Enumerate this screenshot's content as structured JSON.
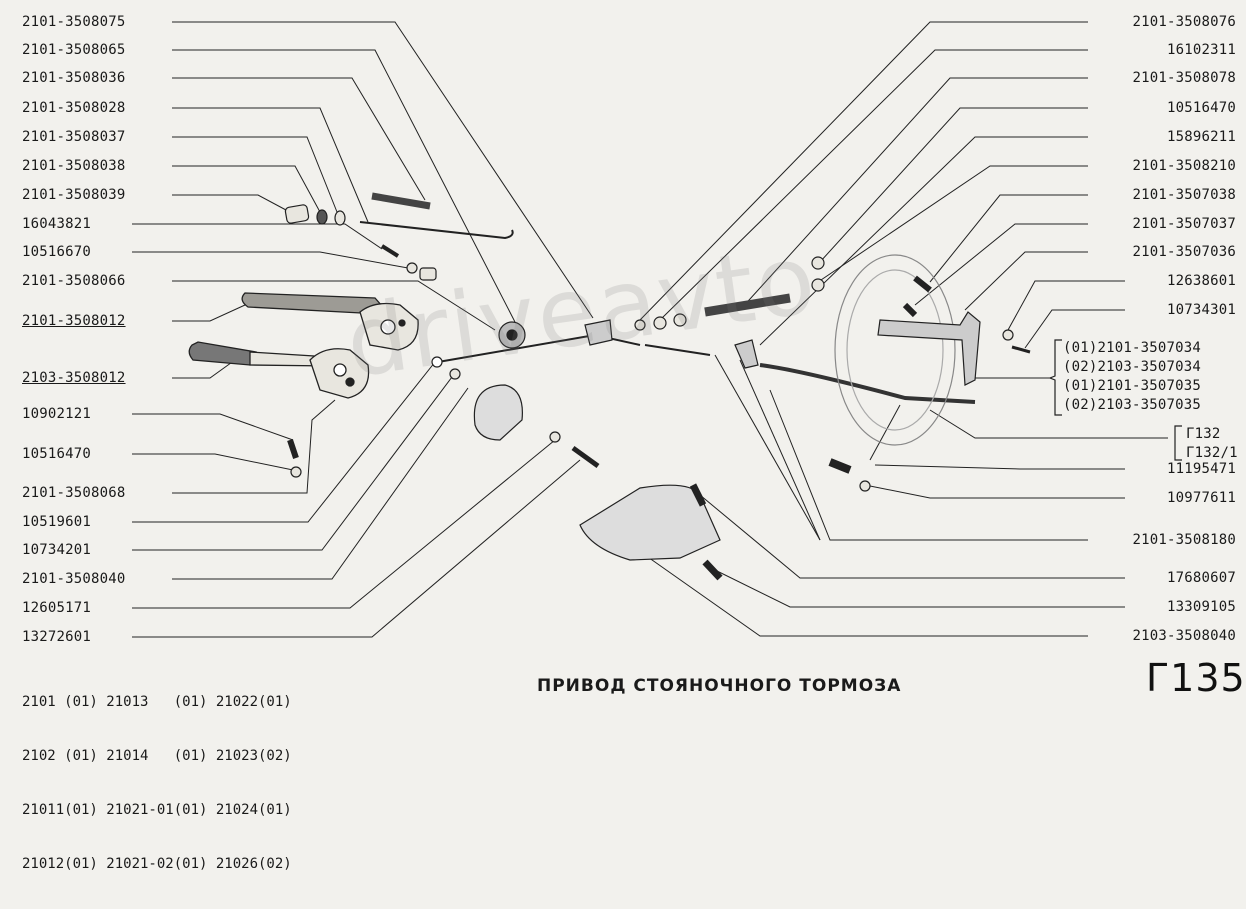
{
  "title": "ПРИВОД СТОЯНОЧНОГО ТОРМОЗА",
  "sheet": "Г135",
  "watermark": "driveavto",
  "left_labels": [
    "2101-3508075",
    "2101-3508065",
    "2101-3508036",
    "2101-3508028",
    "2101-3508037",
    "2101-3508038",
    "2101-3508039",
    "16043821",
    "10516670",
    "2101-3508066",
    "2101-3508012",
    "2103-3508012",
    "10902121",
    "10516470",
    "2101-3508068",
    "10519601",
    "10734201",
    "2101-3508040",
    "12605171",
    "13272601"
  ],
  "right_labels": [
    "2101-3508076",
    "16102311",
    "2101-3508078",
    "10516470",
    "15896211",
    "2101-3508210",
    "2101-3507038",
    "2101-3507037",
    "2101-3507036",
    "12638601",
    "10734301",
    "11195471",
    "10977611",
    "2101-3508180",
    "17680607",
    "13309105",
    "2103-3508040"
  ],
  "variant_labels": [
    "(01)2101-3507034",
    "(02)2103-3507034",
    "(01)2101-3507035",
    "(02)2103-3507035"
  ],
  "ref_labels": [
    "Г132",
    "Г132/1"
  ],
  "models": [
    "2101 (01) 21013   (01) 21022(01)",
    "2102 (01) 21014   (01) 21023(02)",
    "21011(01) 21021-01(01) 21024(01)",
    "21012(01) 21021-02(01) 21026(02)"
  ]
}
